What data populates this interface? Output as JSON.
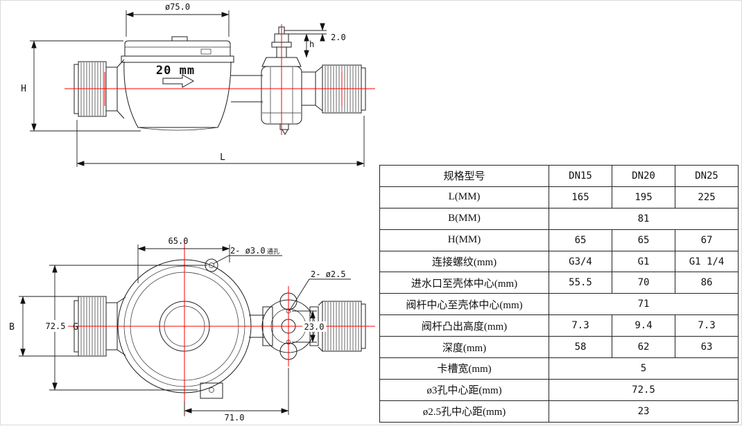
{
  "drawings": {
    "centerline_color": "#ff0000",
    "side_view": {
      "dim_diameter": "ø75.0",
      "dim_gap": "2.0",
      "dim_stem_height": "h",
      "body_label": "20 mm",
      "dim_height": "H",
      "dim_length": "L"
    },
    "top_view": {
      "dim_top_width": "65.0",
      "hole_callout_3": "2- ø3.0",
      "hole_callout_3_note": "通孔",
      "hole_callout_25": "2- ø2.5",
      "dim_body_width": "B",
      "dim_hole_span": "72.5",
      "thread_label": "G",
      "dim_valve_holes": "23.0",
      "dim_center_distance": "71.0"
    }
  },
  "table": {
    "header": {
      "spec": "规格型号",
      "dn15": "DN15",
      "dn20": "DN20",
      "dn25": "DN25"
    },
    "rows": [
      {
        "label": "L(MM)",
        "values": [
          "165",
          "195",
          "225"
        ]
      },
      {
        "label": "B(MM)",
        "values": [
          "81"
        ]
      },
      {
        "label": "H(MM)",
        "values": [
          "65",
          "65",
          "67"
        ]
      },
      {
        "label": "连接螺纹(mm)",
        "values": [
          "G3/4",
          "G1",
          "G1 1/4"
        ]
      },
      {
        "label": "进水口至壳体中心(mm)",
        "values": [
          "55.5",
          "70",
          "86"
        ]
      },
      {
        "label": "阀杆中心至壳体中心(mm)",
        "values": [
          "71"
        ]
      },
      {
        "label": "阀杆凸出高度(mm)",
        "values": [
          "7.3",
          "9.4",
          "7.3"
        ]
      },
      {
        "label": "深度(mm)",
        "values": [
          "58",
          "62",
          "63"
        ]
      },
      {
        "label": "卡槽宽(mm)",
        "values": [
          "5"
        ]
      },
      {
        "label": "ø3孔中心距(mm)",
        "values": [
          "72.5"
        ]
      },
      {
        "label": "ø2.5孔中心距(mm)",
        "values": [
          "23"
        ]
      }
    ]
  }
}
